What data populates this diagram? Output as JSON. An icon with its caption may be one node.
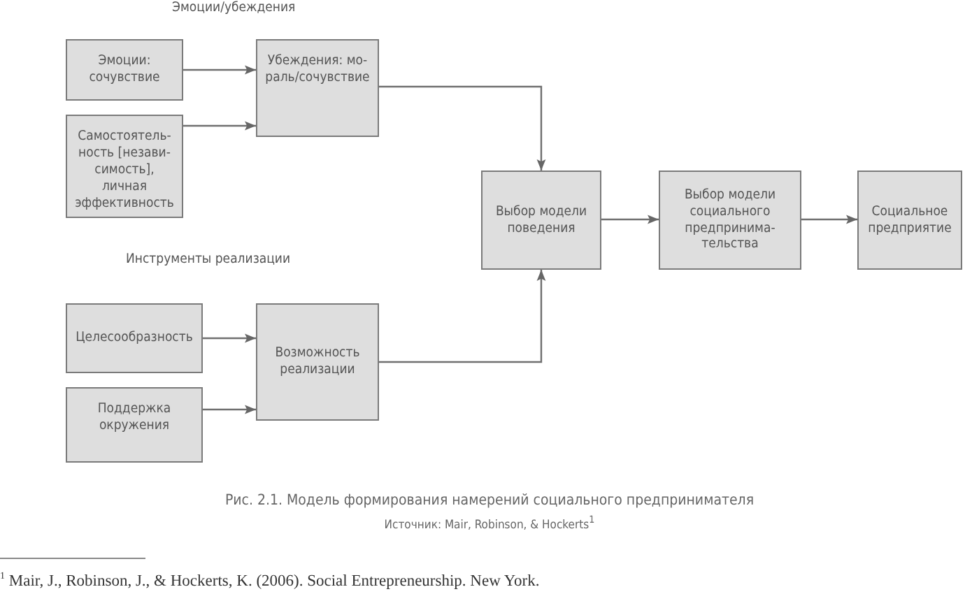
{
  "diagram": {
    "caption": "Рис. 2.1. Модель формирования намерений социального предпринимателя",
    "nodes": [
      {
        "text": [
          "Эмоции: сочувствие"
        ]
      },
      {
        "text": [
          "Самостоятель- ность [незави- симость], личная эффективность"
        ]
      },
      {
        "text": [
          "Убеждения: мо- раль/сочувствие"
        ]
      },
      {
        "text": [
          "Выбор модели поведения"
        ]
      },
      {
        "text": [
          "Выбор модели социального предпринима- тельства"
        ]
      },
      {
        "text": [
          "Социальное предприятие"
        ]
      },
      {
        "text": [
          "Целесообразность"
        ]
      },
      {
        "text": [
          "Поддержка окружения"
        ]
      },
      {
        "text": [
          "Возможность реализации"
        ]
      }
    ],
    "edges": [
      {
        "from": 0,
        "to": 2,
        "arrow": "to"
      },
      {
        "from": 1,
        "to": 2,
        "arrow": "to"
      },
      {
        "from": 2,
        "to": 3,
        "arrow": "to"
      },
      {
        "from": 8,
        "to": 3,
        "arrow": "to"
      },
      {
        "from": 6,
        "to": 8,
        "arrow": "to"
      },
      {
        "from": 7,
        "to": 8,
        "arrow": "to"
      },
      {
        "from": 3,
        "to": 4,
        "arrow": "to"
      },
      {
        "from": 4,
        "to": 5,
        "arrow": "to"
      }
    ],
    "labels": [
      "Эмоции/убеждения",
      "Инструменты реализации",
      "Источник: Mair, Robinson, & Hockerts$^{1}$",
      "$^{1}$ Mair, J., Robinson, J., & Hockerts, K. (2006). Social Entrepreneurship. New York."
    ]
  }
}
